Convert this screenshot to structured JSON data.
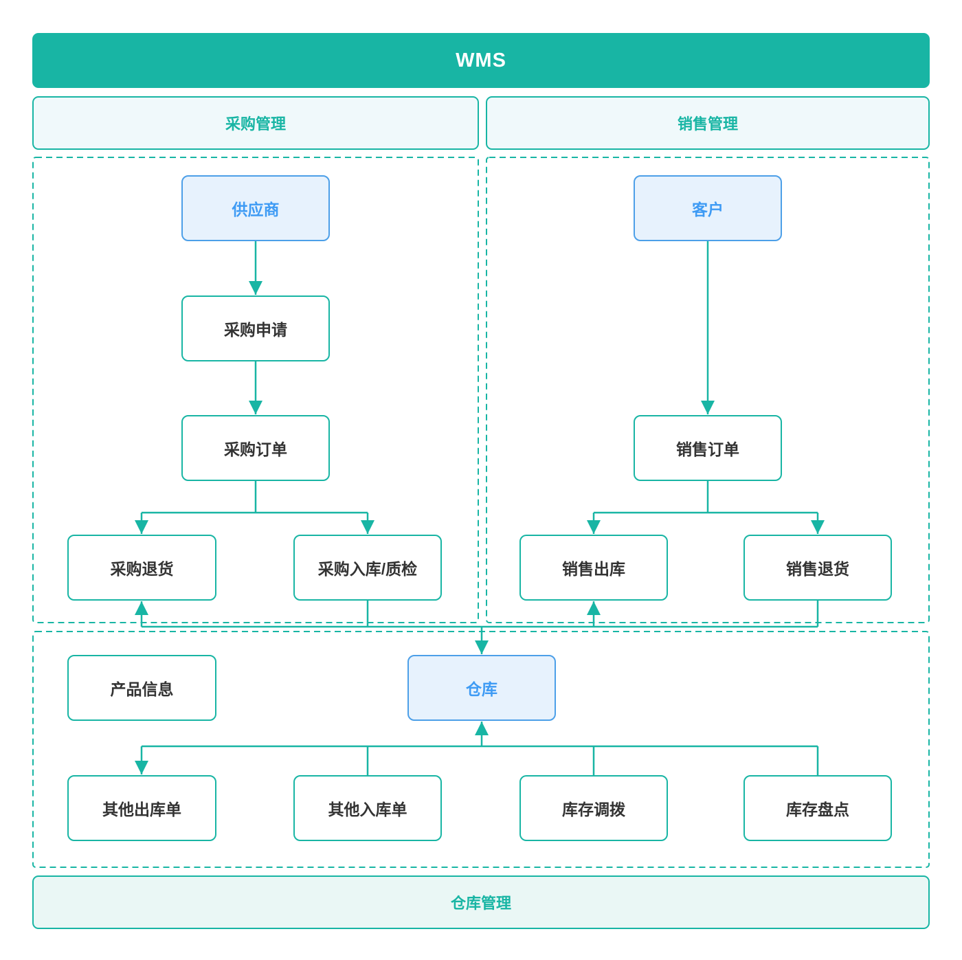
{
  "diagram": {
    "title": "WMS",
    "sections": {
      "purchase": "采购管理",
      "sales": "销售管理",
      "warehouse": "仓库管理"
    },
    "nodes": {
      "supplier": {
        "label": "供应商",
        "type": "entity"
      },
      "purchase_request": {
        "label": "采购申请",
        "type": "process"
      },
      "purchase_order": {
        "label": "采购订单",
        "type": "process"
      },
      "purchase_return": {
        "label": "采购退货",
        "type": "process"
      },
      "purchase_inbound_qc": {
        "label": "采购入库/质检",
        "type": "process"
      },
      "customer": {
        "label": "客户",
        "type": "entity"
      },
      "sales_order": {
        "label": "销售订单",
        "type": "process"
      },
      "sales_outbound": {
        "label": "销售出库",
        "type": "process"
      },
      "sales_return": {
        "label": "销售退货",
        "type": "process"
      },
      "product_info": {
        "label": "产品信息",
        "type": "process"
      },
      "warehouse": {
        "label": "仓库",
        "type": "entity"
      },
      "other_outbound": {
        "label": "其他出库单",
        "type": "process"
      },
      "other_inbound": {
        "label": "其他入库单",
        "type": "process"
      },
      "stock_transfer": {
        "label": "库存调拨",
        "type": "process"
      },
      "stock_count": {
        "label": "库存盘点",
        "type": "process"
      }
    },
    "edges": [
      {
        "from": "supplier",
        "to": "purchase_request",
        "arrow": "to"
      },
      {
        "from": "purchase_request",
        "to": "purchase_order",
        "arrow": "to"
      },
      {
        "from": "purchase_order",
        "to": "purchase_return",
        "arrow": "to"
      },
      {
        "from": "purchase_order",
        "to": "purchase_inbound_qc",
        "arrow": "to"
      },
      {
        "from": "customer",
        "to": "sales_order",
        "arrow": "to"
      },
      {
        "from": "sales_order",
        "to": "sales_outbound",
        "arrow": "to"
      },
      {
        "from": "sales_order",
        "to": "sales_return",
        "arrow": "to"
      },
      {
        "name": "inbound-bus",
        "plain_from": [
          "purchase_inbound_qc",
          "sales_return"
        ],
        "arrow_into": [
          "purchase_return",
          "sales_outbound",
          "warehouse"
        ]
      },
      {
        "name": "warehouse-bus",
        "plain_from": [
          "other_inbound",
          "stock_transfer",
          "stock_count"
        ],
        "arrow_into": [
          "warehouse",
          "other_outbound"
        ]
      }
    ]
  },
  "colors": {
    "teal": "#18B5A4",
    "teal_light_bg": "#F0F9FB",
    "teal_footer_bg": "#EAF7F5",
    "blue_border": "#4C9FE8",
    "blue_bg": "#E7F2FD",
    "blue_text": "#3E9BF4",
    "text": "#333333",
    "banner_text": "#FFFFFF",
    "background": "#FFFFFF"
  }
}
